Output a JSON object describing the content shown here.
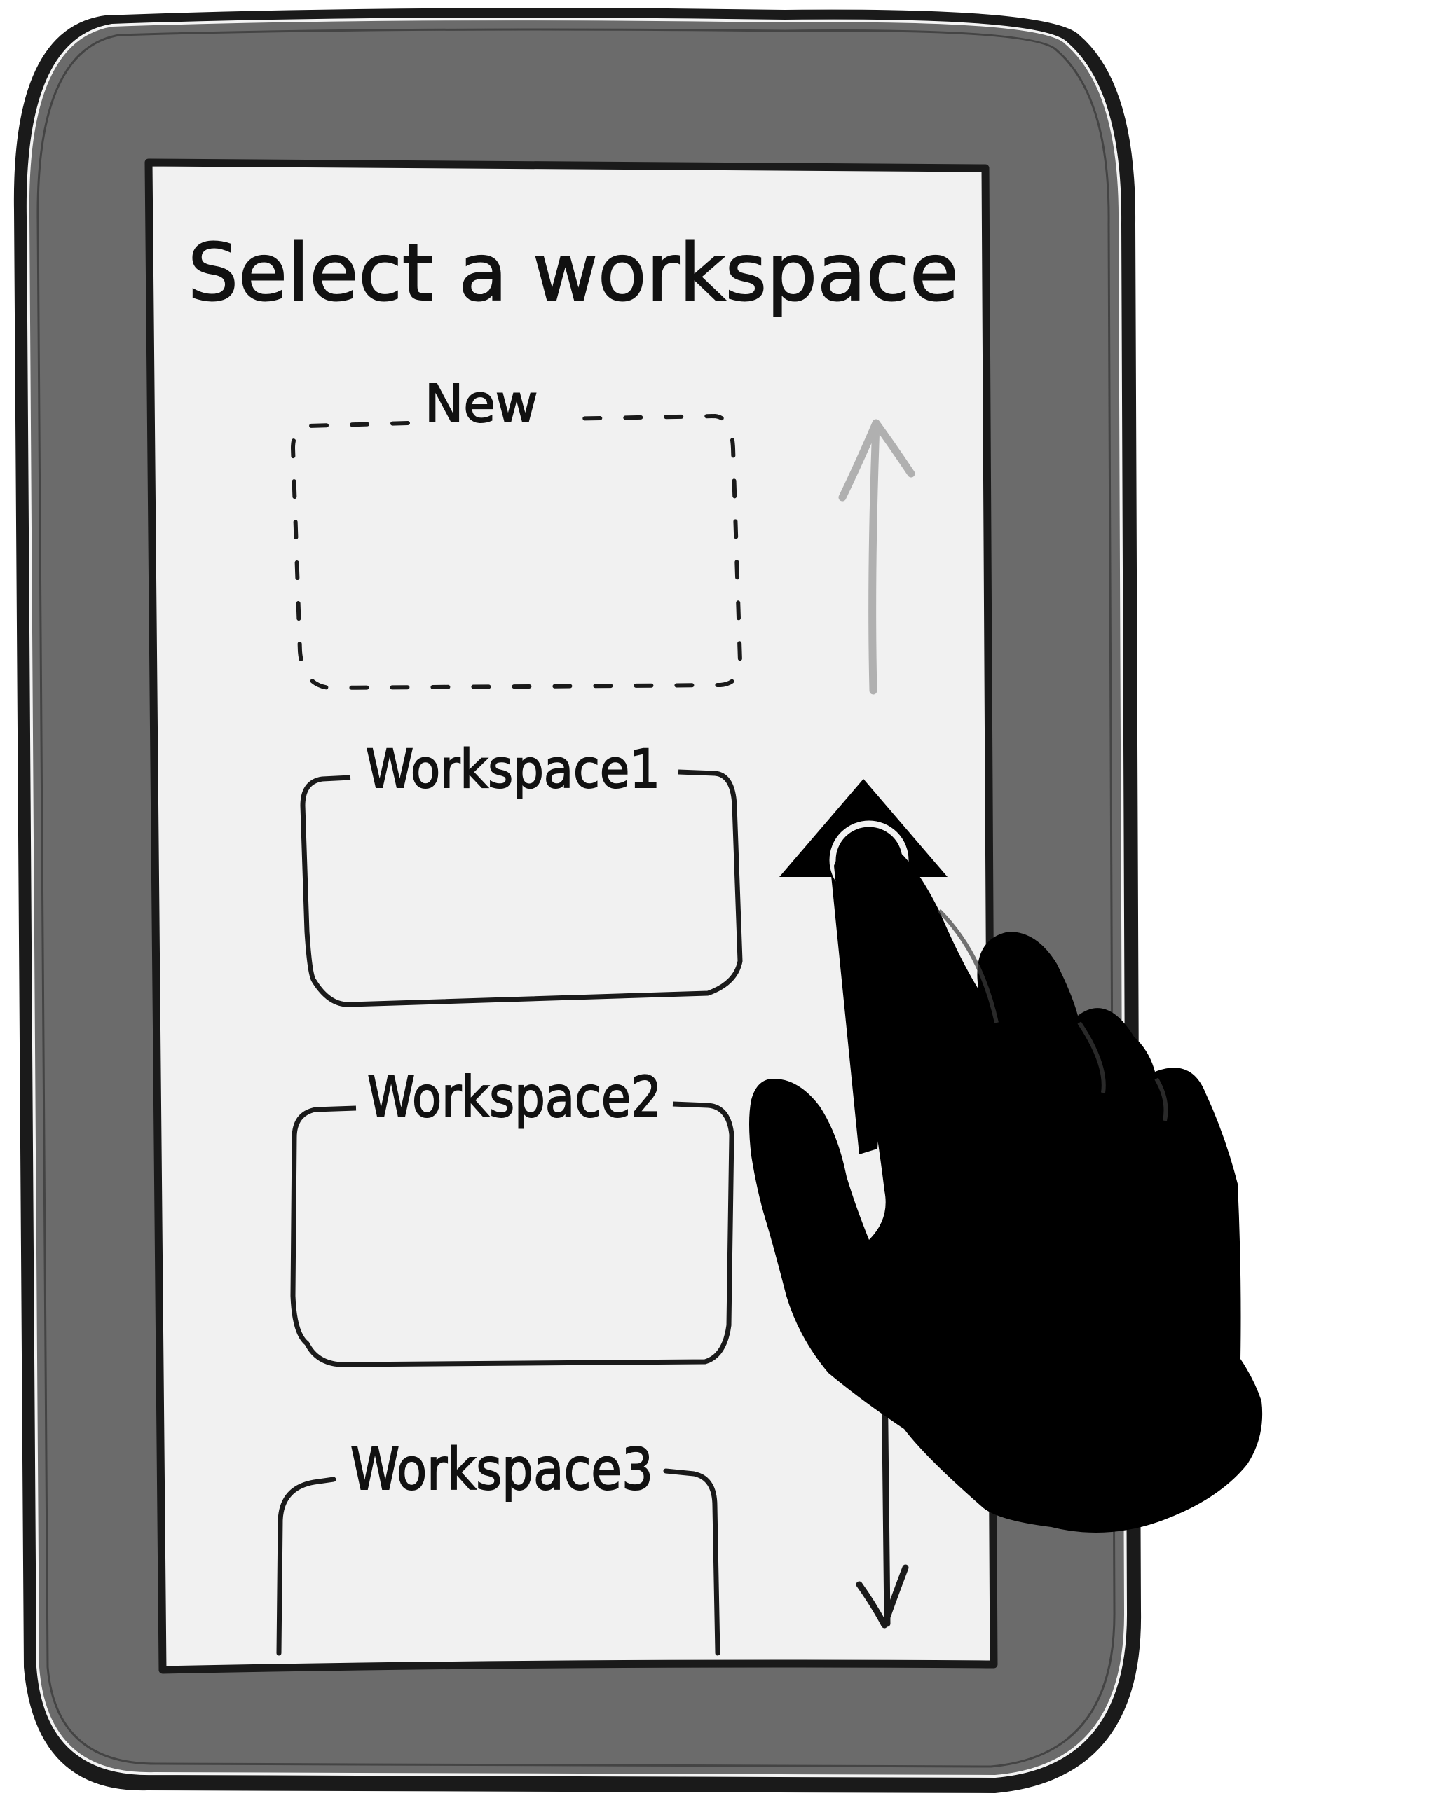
{
  "screen": {
    "title": "Select a workspace"
  },
  "workspaces": [
    {
      "label": "New",
      "style": "dashed"
    },
    {
      "label": "Workspace1",
      "style": "solid"
    },
    {
      "label": "Workspace2",
      "style": "solid"
    },
    {
      "label": "Workspace3",
      "style": "solid"
    }
  ],
  "gesture": {
    "type": "swipe",
    "direction": "up",
    "icons": [
      "scroll-up-arrow-icon",
      "swipe-up-arrow-icon",
      "touch-point-icon",
      "pointing-hand-icon",
      "scroll-down-arrow-icon"
    ]
  },
  "colors": {
    "device_body": "#6b6b6b",
    "screen": "#f1f1f1",
    "ink": "#1a1a1a",
    "hint_arrow": "#b0b0b0"
  }
}
